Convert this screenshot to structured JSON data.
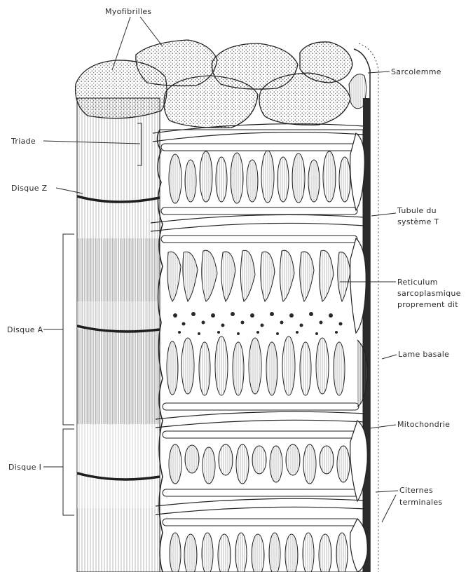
{
  "labels": {
    "myofibrilles": "Myofibrilles",
    "sarcolemme": "Sarcolemme",
    "triade": "Triade",
    "disque_z": "Disque Z",
    "tubule_line1": "Tubule du",
    "tubule_line2": "système T",
    "reticulum_line1": "Reticulum",
    "reticulum_line2": "sarcoplasmique",
    "reticulum_line3": "proprement dit",
    "disque_a": "Disque A",
    "lame_basale": "Lame basale",
    "mitochondrie": "Mitochondrie",
    "disque_i": "Disque I",
    "citernes_line1": "Citernes",
    "citernes_line2": "terminales"
  }
}
